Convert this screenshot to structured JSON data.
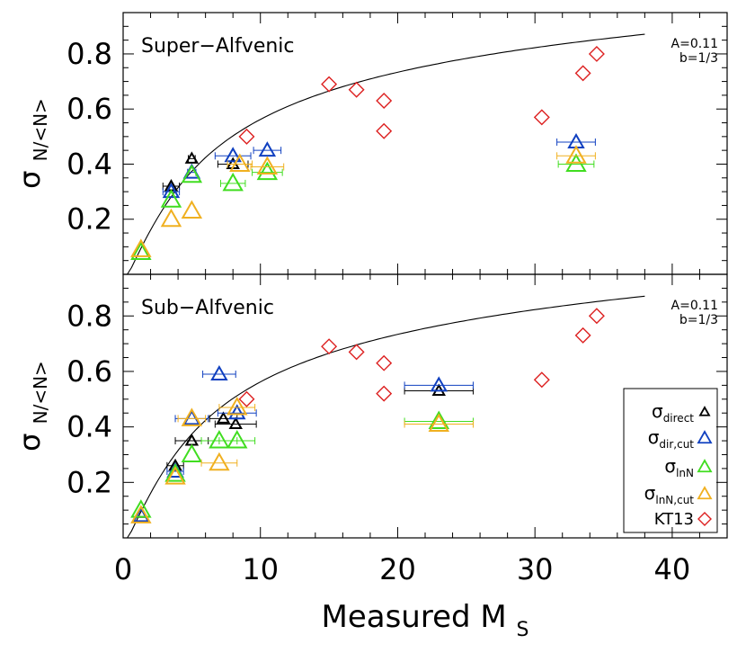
{
  "figure": {
    "xlabel": "Measured M",
    "xlabel_sub": "S"
  },
  "chart_data": [
    {
      "type": "scatter",
      "panel_label": "Super−Alfvenic",
      "ylabel": "σ",
      "ylabel_sub": "N/<N>",
      "xlim": [
        0,
        44
      ],
      "ylim": [
        0,
        0.95
      ],
      "xticks": [
        0,
        10,
        20,
        30,
        40
      ],
      "yticks": [
        0.2,
        0.4,
        0.6,
        0.8
      ],
      "yticklabels": [
        "0.2",
        "0.4",
        "0.6",
        "0.8"
      ],
      "model_curve": {
        "label_line1": "A=0.11",
        "label_line2": "b=1/3",
        "A": 0.11,
        "b": 0.3333,
        "x_range": [
          0.3,
          38
        ]
      },
      "series": [
        {
          "key": "direct",
          "color": "#000000",
          "marker": "triangle",
          "size": "small",
          "points": [
            [
              3.5,
              0.32,
              0.6
            ],
            [
              5.0,
              0.42,
              0.25
            ],
            [
              8.0,
              0.4,
              1.1
            ]
          ]
        },
        {
          "key": "dircut",
          "color": "#1040c0",
          "marker": "triangle",
          "size": "medium",
          "points": [
            [
              3.5,
              0.3,
              0.6
            ],
            [
              5.0,
              0.37,
              0.3
            ],
            [
              8.0,
              0.43,
              1.3
            ],
            [
              10.5,
              0.45,
              1.0
            ],
            [
              33.0,
              0.48,
              1.4
            ]
          ]
        },
        {
          "key": "lnN",
          "color": "#40dd20",
          "marker": "triangle",
          "size": "large",
          "points": [
            [
              1.3,
              0.08,
              0.0
            ],
            [
              3.5,
              0.27,
              0.0
            ],
            [
              5.0,
              0.36,
              0.0
            ],
            [
              8.0,
              0.33,
              0.9
            ],
            [
              10.5,
              0.37,
              1.1
            ],
            [
              33.0,
              0.4,
              1.3
            ]
          ]
        },
        {
          "key": "lnNcut",
          "color": "#f0b020",
          "marker": "triangle",
          "size": "large",
          "points": [
            [
              1.3,
              0.09,
              0.0
            ],
            [
              3.5,
              0.2,
              0.0
            ],
            [
              5.0,
              0.23,
              0.0
            ],
            [
              8.5,
              0.4,
              0.9
            ],
            [
              10.5,
              0.39,
              1.2
            ],
            [
              33.0,
              0.43,
              1.4
            ]
          ]
        },
        {
          "key": "KT13",
          "color": "#dd2020",
          "marker": "diamond",
          "size": "medium",
          "points": [
            [
              9.0,
              0.5,
              0
            ],
            [
              15.0,
              0.69,
              0
            ],
            [
              17.0,
              0.67,
              0
            ],
            [
              19.0,
              0.63,
              0
            ],
            [
              19.0,
              0.52,
              0
            ],
            [
              30.5,
              0.57,
              0
            ],
            [
              33.5,
              0.73,
              0
            ],
            [
              34.5,
              0.8,
              0
            ]
          ]
        }
      ]
    },
    {
      "type": "scatter",
      "panel_label": "Sub−Alfvenic",
      "ylabel": "σ",
      "ylabel_sub": "N/<N>",
      "xlim": [
        0,
        44
      ],
      "ylim": [
        0,
        0.95
      ],
      "xticks": [
        0,
        10,
        20,
        30,
        40
      ],
      "xticklabels": [
        "0",
        "10",
        "20",
        "30",
        "40"
      ],
      "yticks": [
        0.2,
        0.4,
        0.6,
        0.8
      ],
      "yticklabels": [
        "0.2",
        "0.4",
        "0.6",
        "0.8"
      ],
      "model_curve": {
        "label_line1": "A=0.11",
        "label_line2": "b=1/3",
        "A": 0.11,
        "b": 0.3333,
        "x_range": [
          0.3,
          38
        ]
      },
      "series": [
        {
          "key": "direct",
          "color": "#000000",
          "marker": "triangle",
          "size": "small",
          "points": [
            [
              1.3,
              0.09,
              0
            ],
            [
              3.8,
              0.26,
              0.6
            ],
            [
              5.0,
              0.35,
              1.2
            ],
            [
              7.3,
              0.43,
              1.0
            ],
            [
              8.2,
              0.41,
              1.5
            ],
            [
              23.0,
              0.53,
              2.5
            ]
          ]
        },
        {
          "key": "dircut",
          "color": "#1040c0",
          "marker": "triangle",
          "size": "medium",
          "points": [
            [
              1.3,
              0.08,
              0
            ],
            [
              3.8,
              0.24,
              0.6
            ],
            [
              5.0,
              0.43,
              1.2
            ],
            [
              7.0,
              0.59,
              1.2
            ],
            [
              8.3,
              0.45,
              1.4
            ],
            [
              23.0,
              0.55,
              2.5
            ]
          ]
        },
        {
          "key": "lnN",
          "color": "#40dd20",
          "marker": "triangle",
          "size": "large",
          "points": [
            [
              1.3,
              0.1,
              0
            ],
            [
              3.8,
              0.23,
              0.0
            ],
            [
              5.0,
              0.3,
              0.0
            ],
            [
              7.0,
              0.35,
              1.3
            ],
            [
              8.3,
              0.35,
              1.3
            ],
            [
              23.0,
              0.42,
              2.5
            ]
          ]
        },
        {
          "key": "lnNcut",
          "color": "#f0b020",
          "marker": "triangle",
          "size": "large",
          "points": [
            [
              1.3,
              0.08,
              0
            ],
            [
              3.8,
              0.22,
              0.0
            ],
            [
              5.0,
              0.43,
              1.0
            ],
            [
              7.0,
              0.27,
              1.3
            ],
            [
              8.3,
              0.47,
              1.3
            ],
            [
              23.0,
              0.41,
              2.5
            ]
          ]
        },
        {
          "key": "KT13",
          "color": "#dd2020",
          "marker": "diamond",
          "size": "medium",
          "points": [
            [
              9.0,
              0.5,
              0
            ],
            [
              15.0,
              0.69,
              0
            ],
            [
              17.0,
              0.67,
              0
            ],
            [
              19.0,
              0.63,
              0
            ],
            [
              19.0,
              0.52,
              0
            ],
            [
              30.5,
              0.57,
              0
            ],
            [
              33.5,
              0.73,
              0
            ],
            [
              34.5,
              0.8,
              0
            ]
          ]
        }
      ],
      "legend": {
        "placement": "right",
        "entries": [
          {
            "key": "direct",
            "symbol": "σ",
            "sub": "direct"
          },
          {
            "key": "dircut",
            "symbol": "σ",
            "sub": "dir,cut"
          },
          {
            "key": "lnN",
            "symbol": "σ",
            "sub": "lnN"
          },
          {
            "key": "lnNcut",
            "symbol": "σ",
            "sub": "lnN,cut"
          },
          {
            "key": "KT13",
            "symbol": "KT13",
            "sub": ""
          }
        ]
      }
    }
  ]
}
